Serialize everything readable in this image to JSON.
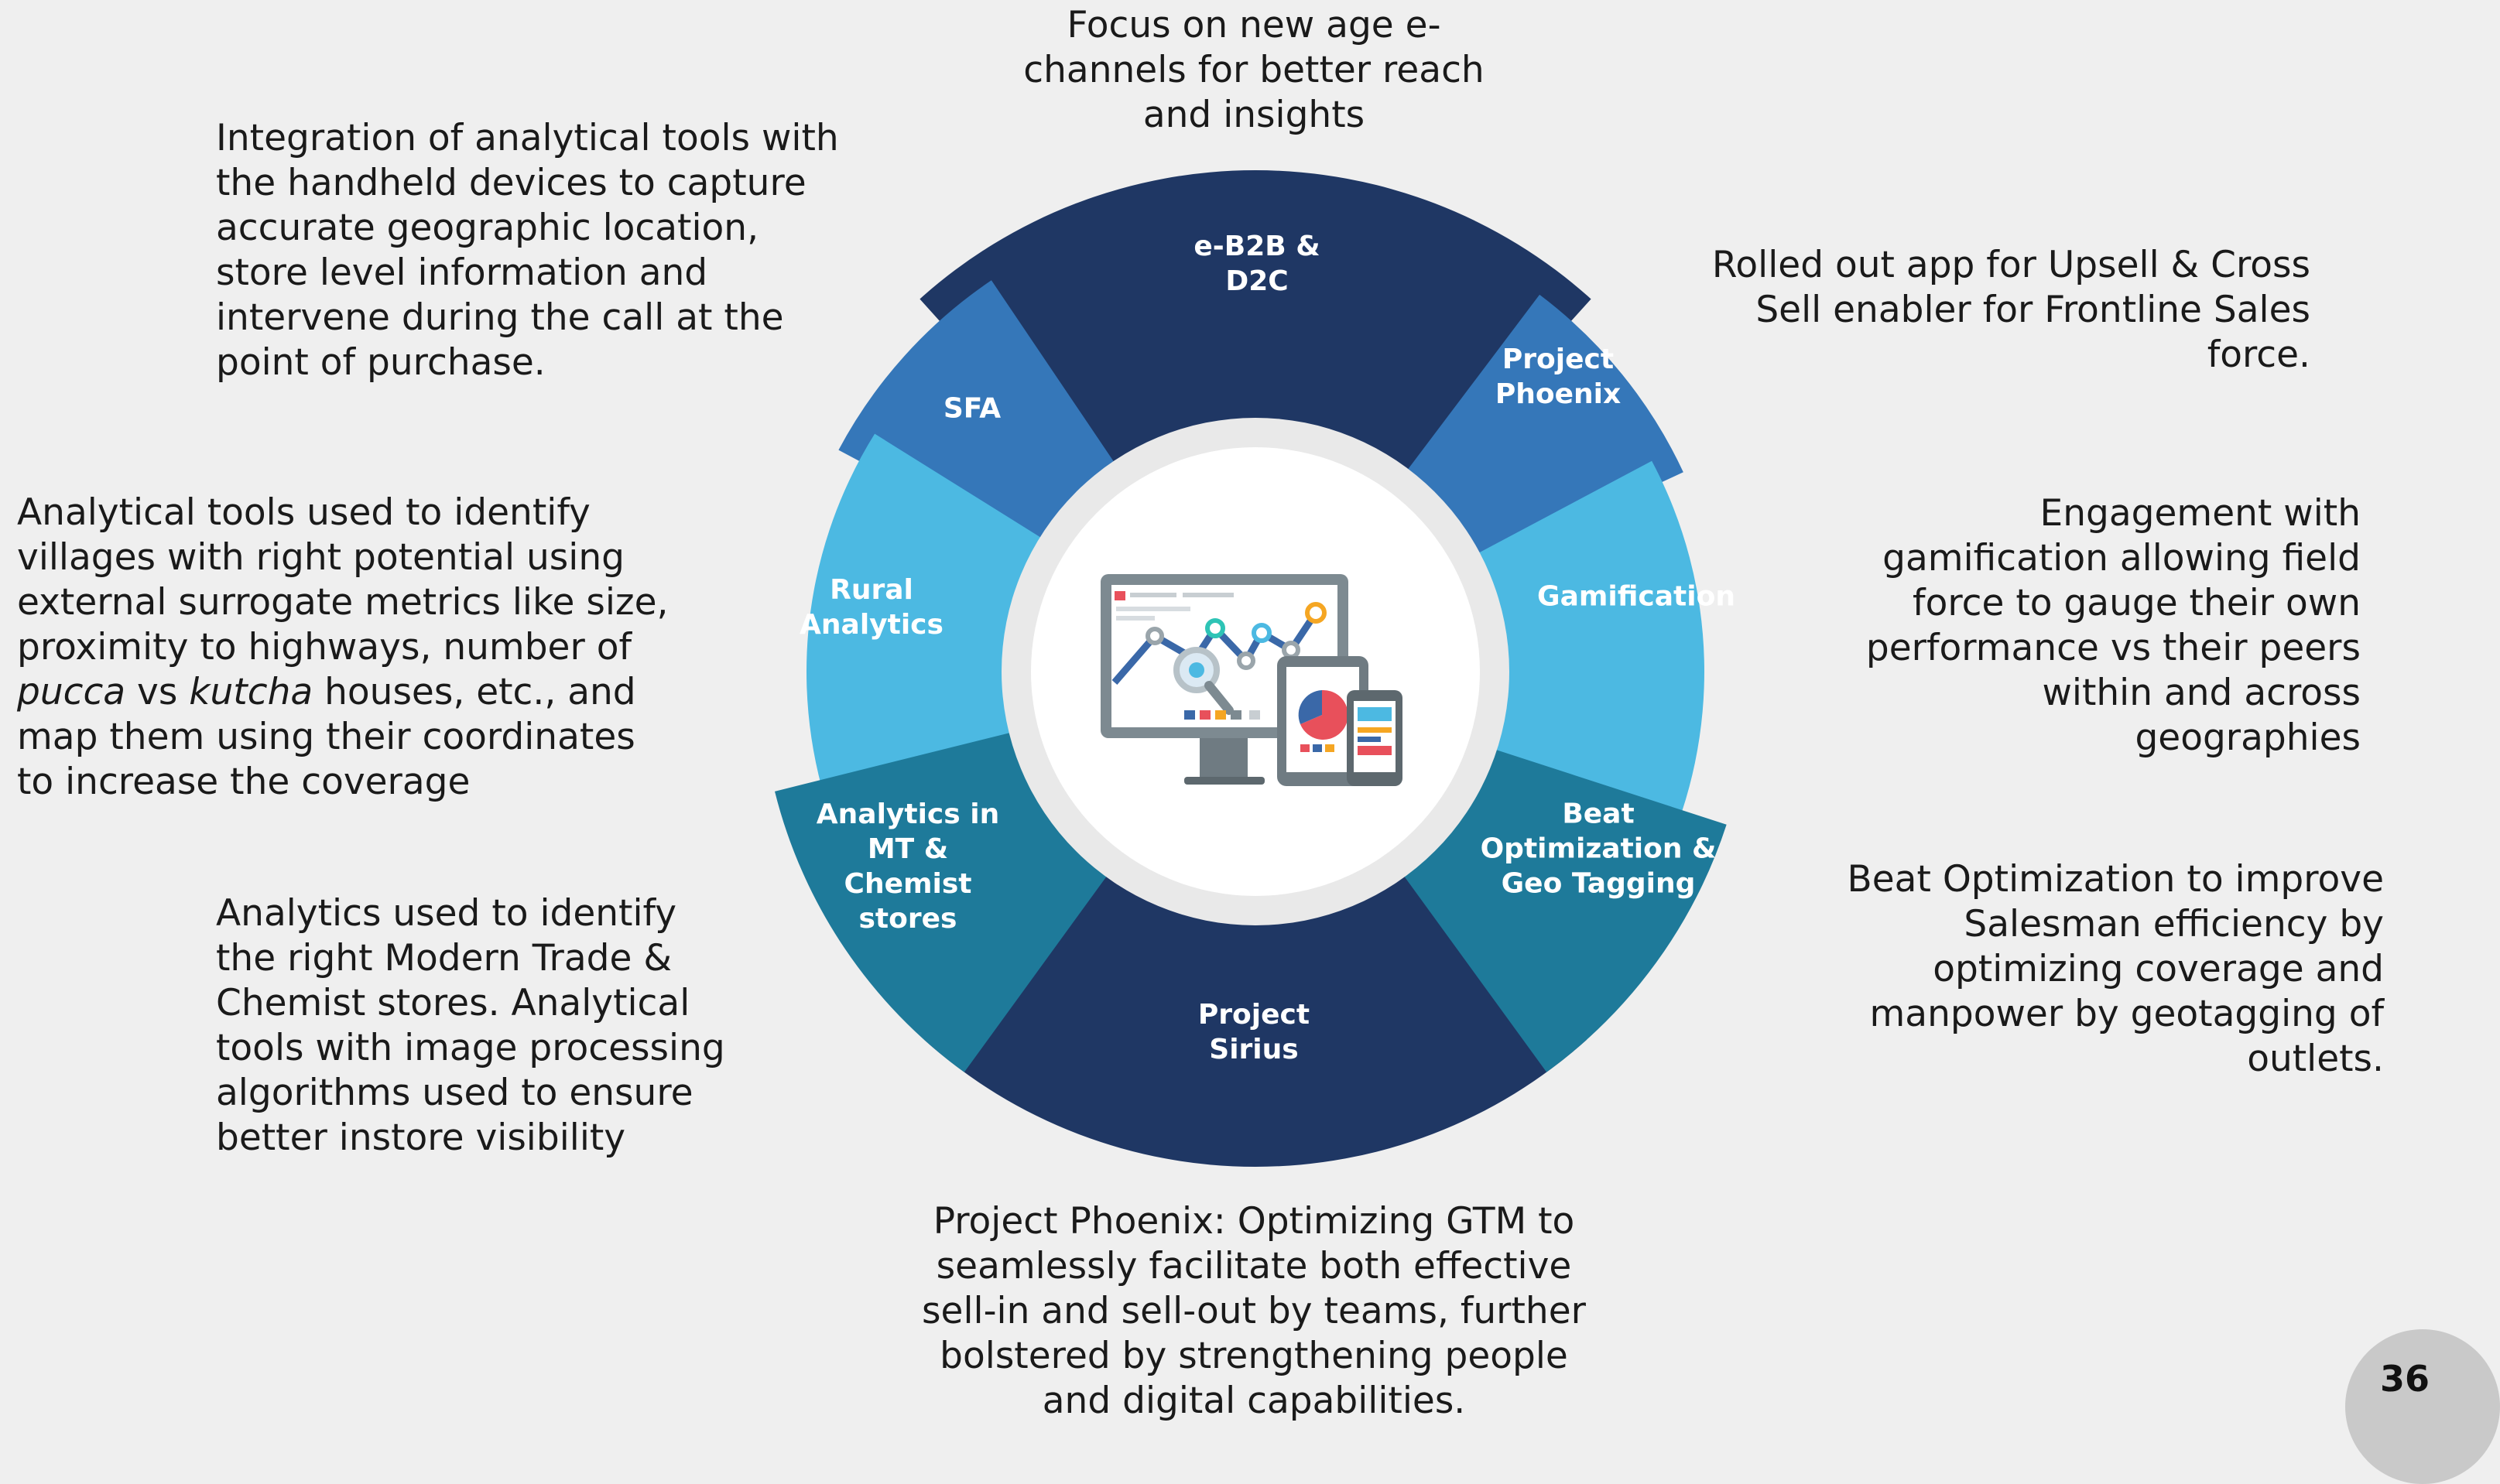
{
  "colors": {
    "navy": "#1f3764",
    "mid_blue": "#3577b9",
    "light_blue": "#4cb9e2",
    "teal": "#1e7a9a",
    "ring": "#e9e9e9",
    "center": "#ffffff"
  },
  "center_icon": "analytics-dashboard-devices-icon",
  "segments": [
    {
      "id": "e-b2b",
      "label": "e-B2B &\nD2C",
      "color": "navy"
    },
    {
      "id": "project-phoenix",
      "label": "Project\nPhoenix",
      "color": "mid_blue"
    },
    {
      "id": "gamification",
      "label": "Gamification",
      "color": "light_blue"
    },
    {
      "id": "beat-optimization",
      "label": "Beat\nOptimization &\nGeo Tagging",
      "color": "teal"
    },
    {
      "id": "project-sirius",
      "label": "Project\nSirius",
      "color": "navy"
    },
    {
      "id": "analytics-mt",
      "label": "Analytics in\nMT &\nChemist\nstores",
      "color": "teal"
    },
    {
      "id": "rural-analytics",
      "label": "Rural\nAnalytics",
      "color": "light_blue"
    },
    {
      "id": "sfa",
      "label": "SFA",
      "color": "mid_blue"
    }
  ],
  "descriptions": {
    "e_b2b": "Focus on new age e-\nchannels for better reach\nand insights",
    "sfa": "Integration of analytical tools with\nthe handheld devices to capture\naccurate geographic location,\nstore level information and\nintervene during the call at the\npoint of purchase.",
    "phoenix_app": "Rolled out app for Upsell & Cross\nSell enabler for Frontline Sales\nforce.",
    "rural": {
      "part1": "Analytical tools used to identify\nvillages with right potential using\nexternal surrogate metrics like size,\nproximity to highways, number of\n",
      "pucca": "pucca",
      "vs": " vs ",
      "kutcha": "kutcha",
      "part2": " houses, etc., and\nmap them using their coordinates\nto increase the coverage"
    },
    "gamification": "Engagement with\ngamification allowing  field\nforce to gauge their own\nperformance vs their peers\nwithin and across\ngeographies",
    "beat": "Beat Optimization to improve\nSalesman efficiency by\noptimizing coverage and\nmanpower by geotagging of\noutlets.",
    "mt": "Analytics used to identify\nthe right Modern Trade &\nChemist stores. Analytical\ntools with image processing\nalgorithms  used to ensure\nbetter instore visibility",
    "sirius": "Project Phoenix: Optimizing GTM to\nseamlessly facilitate both effective\nsell-in and sell-out by teams, further\nbolstered by strengthening people\nand digital capabilities."
  },
  "page_number": "36"
}
